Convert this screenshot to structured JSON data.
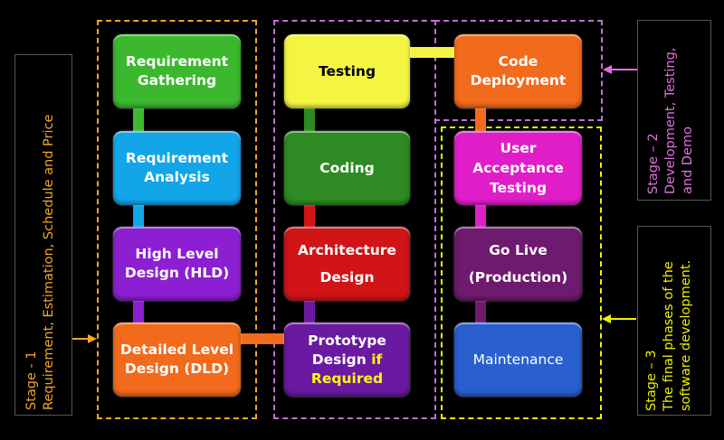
{
  "stages": {
    "stage1": {
      "text": "Stage - 1\nRequirement, Estimation, Schedule and Price",
      "color": "#f5a623"
    },
    "stage2": {
      "text": "Stage – 2\nDevelopment, Testing,\nand Demo",
      "color": "#e070e0"
    },
    "stage3": {
      "text": "Stage – 3\nThe final phases of the\nsoftware development.",
      "color": "#f0f000"
    }
  },
  "boxes": {
    "req_gathering": {
      "label": "Requirement\nGathering",
      "color": "#3cb82e"
    },
    "req_analysis": {
      "label": "Requirement\nAnalysis",
      "color": "#12a5e8"
    },
    "hld": {
      "label": "High Level\nDesign (HLD)",
      "color": "#8c1fd1"
    },
    "dld": {
      "label": "Detailed Level\nDesign (DLD)",
      "color": "#f26a1b"
    },
    "testing": {
      "label": "Testing",
      "color": "#f4f542"
    },
    "coding": {
      "label": "Coding",
      "color": "#2e8a22"
    },
    "architecture": {
      "label": "Architecture\nDesign",
      "color": "#d01418"
    },
    "prototype": {
      "label_main": "Prototype\nDesign ",
      "label_hl1": "if",
      "label_hl2": "Required",
      "color": "#6a1aa0"
    },
    "code_deployment": {
      "label": "Code\nDeployment",
      "color": "#f26a1b"
    },
    "uat": {
      "label": "User\nAcceptance\nTesting",
      "color": "#e01ec8"
    },
    "go_live": {
      "label": "Go Live\n(Production)",
      "color": "#6e1a6e"
    },
    "maintenance": {
      "label": "Maintenance",
      "color": "#2a5fd0"
    }
  }
}
